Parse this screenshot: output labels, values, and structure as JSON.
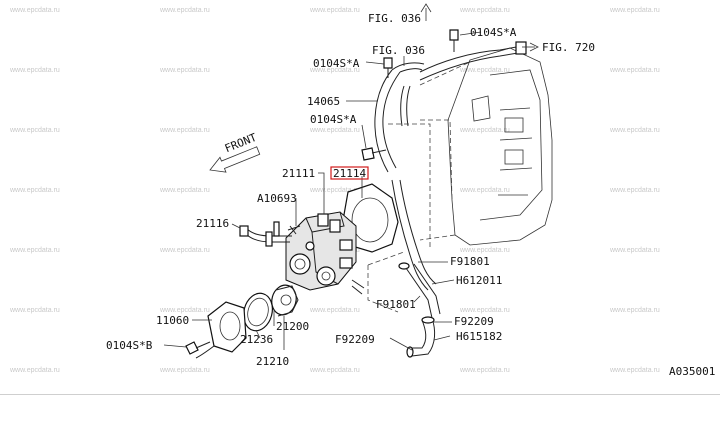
{
  "diagram": {
    "watermark": "www.epcdata.ru",
    "figure_code": "A035001",
    "front_label": "FRONT",
    "highlight_part": "21114",
    "callouts": {
      "fig036_top": "FIG. 036",
      "bolt_0104sA_top": "0104S*A",
      "fig720": "FIG. 720",
      "fig036_mid": "FIG. 036",
      "bolt_0104sA_left": "0104S*A",
      "pipe_14065": "14065",
      "bolt_0104sA_mid": "0104S*A",
      "part_21111": "21111",
      "part_21114": "21114",
      "part_A10693": "A10693",
      "part_21116": "21116",
      "clip_F91801_right": "F91801",
      "hose_H612011": "H612011",
      "clip_F91801_low": "F91801",
      "clip_F92209_right": "F92209",
      "clip_F92209_left": "F92209",
      "hose_H615182": "H615182",
      "part_11060": "11060",
      "bolt_0104sB": "0104S*B",
      "part_21236": "21236",
      "part_21200": "21200",
      "part_21210": "21210"
    }
  }
}
